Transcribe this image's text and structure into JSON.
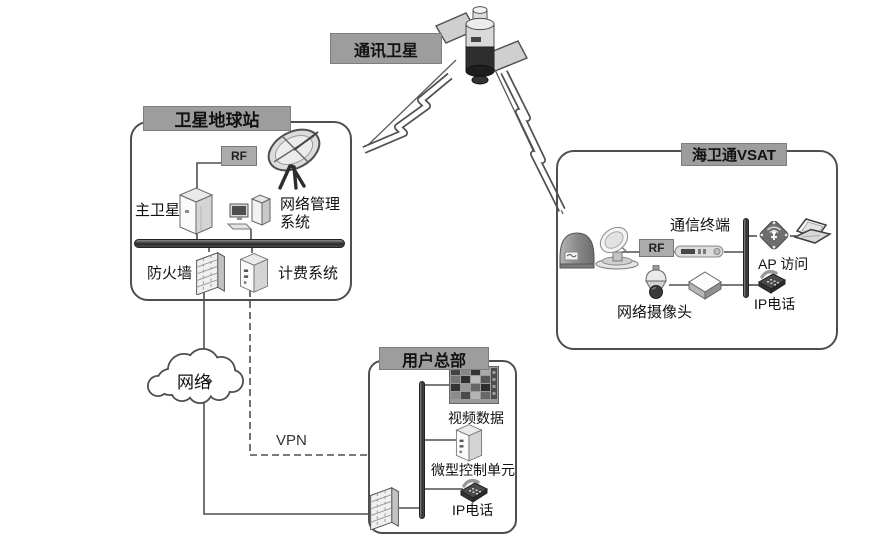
{
  "satellite": {
    "label": "通讯卫星"
  },
  "earth_station": {
    "title": "卫星地球站",
    "rf": "RF",
    "main_station": "主卫星",
    "nms_line1": "网络管理",
    "nms_line2": "系统",
    "firewall": "防火墙",
    "billing": "计费系统"
  },
  "wan": {
    "cloud": "网络",
    "vpn": "VPN"
  },
  "headquarters": {
    "title": "用户总部",
    "video": "视频数据",
    "mcu": "微型控制单元",
    "ip_phone": "IP电话"
  },
  "vsat": {
    "title": "海卫通VSAT",
    "rf": "RF",
    "terminal": "通信终端",
    "ap": "AP 访问",
    "ip_phone": "IP电话",
    "camera": "网络摄像头"
  },
  "colors": {
    "label_box": "#9d9d9d",
    "line": "#4f4f4f",
    "bus_bar": "#3a3a3a",
    "box_border": "#4f4f4f"
  }
}
